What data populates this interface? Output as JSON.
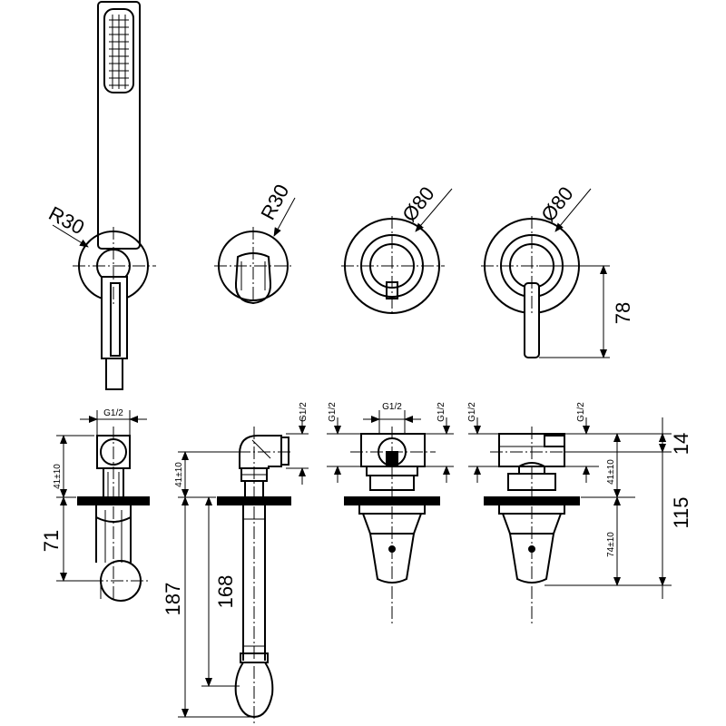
{
  "labels": {
    "r30_a": "R30",
    "r30_b": "R30",
    "d80_a": "Ø80",
    "d80_b": "Ø80",
    "dim_78": "78",
    "g12_1": "G1/2",
    "g12_2v": "G1/2",
    "g12_3a": "G1/2",
    "g12_3b": "G1/2",
    "g12_3c": "G1/2",
    "g12_4a": "G1/2",
    "g12_4b": "G1/2",
    "tol41_1": "41±10",
    "tol41_2": "41±10",
    "tol41_4": "41±10",
    "tol74_4": "74±10",
    "dim_71": "71",
    "dim_187": "187",
    "dim_168": "168",
    "dim_14": "14",
    "dim_115": "115"
  }
}
